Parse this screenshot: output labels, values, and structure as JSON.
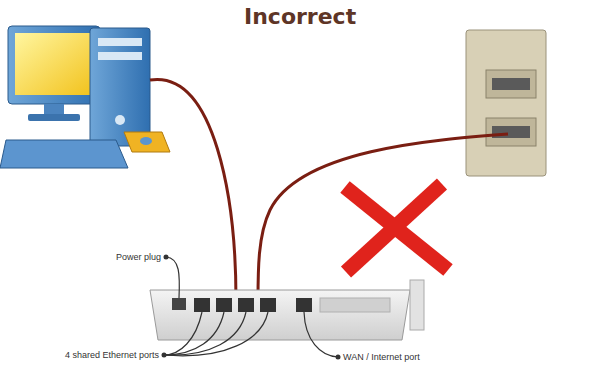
{
  "diagram": {
    "title": "Incorrect",
    "labels": [
      "Power plug",
      "4 shared Ethernet ports",
      "WAN / Internet port"
    ]
  }
}
